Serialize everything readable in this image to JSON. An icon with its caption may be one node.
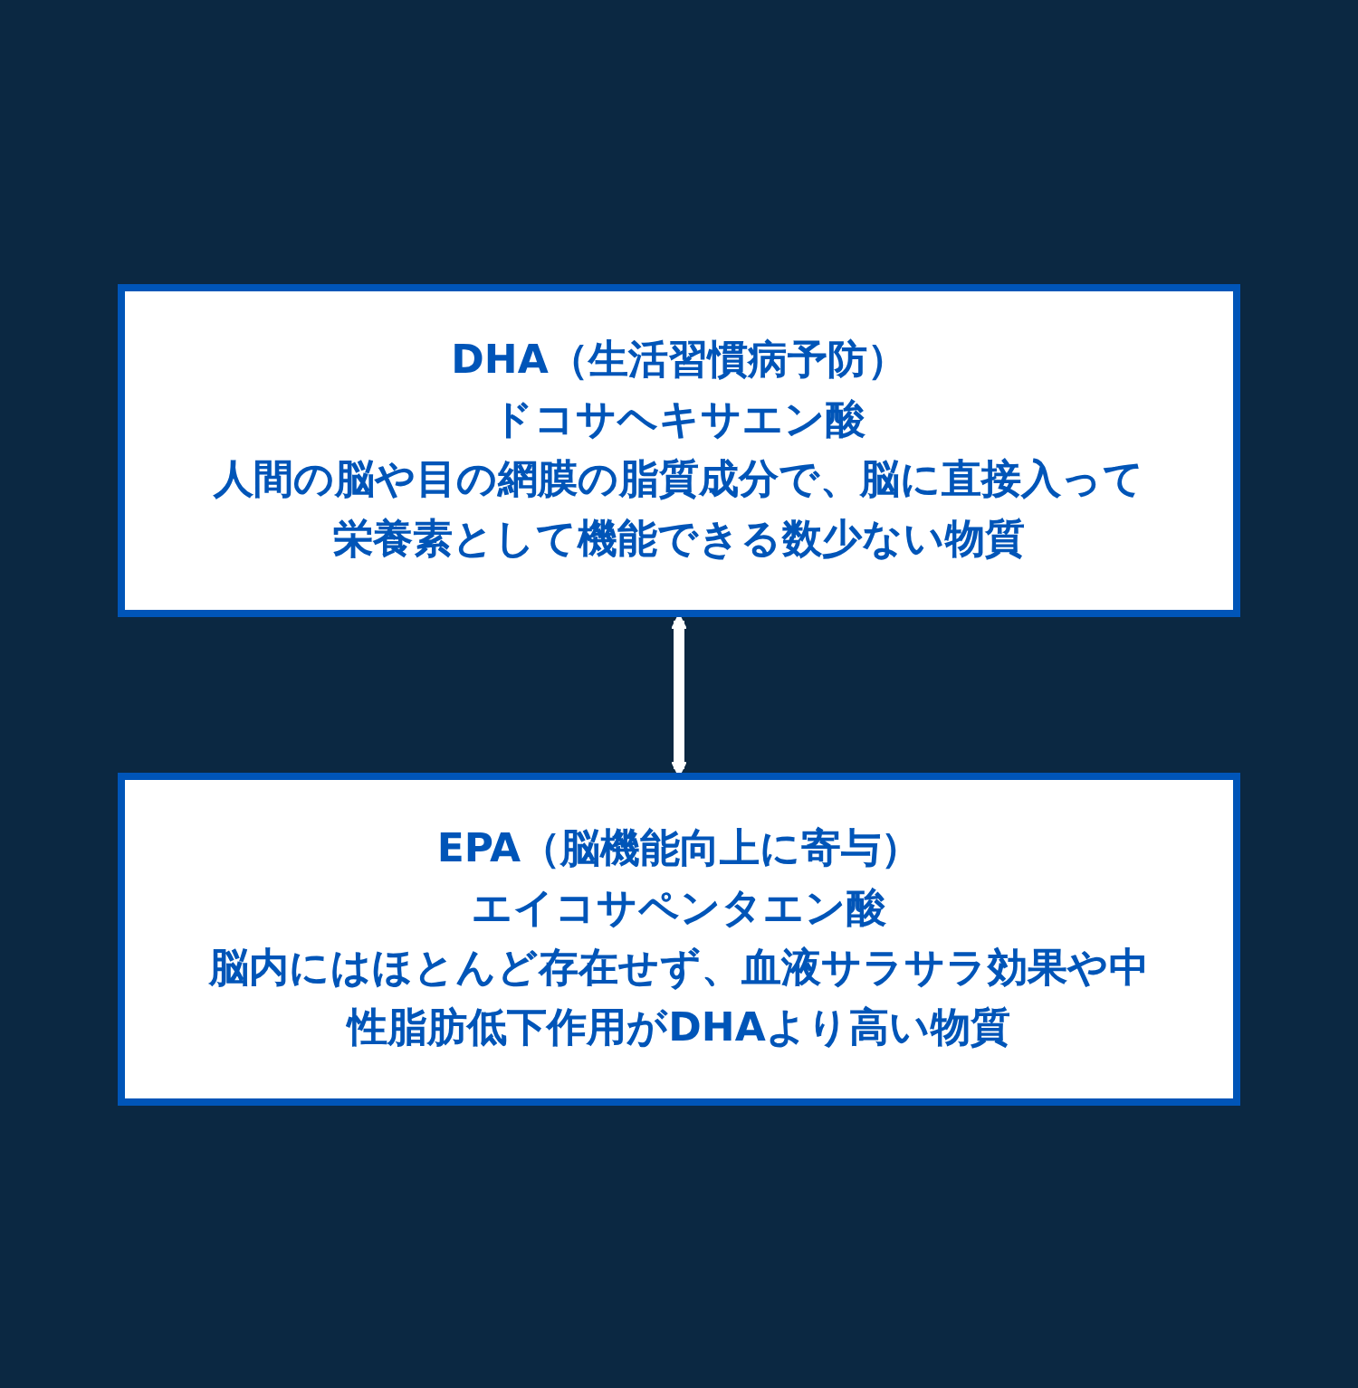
{
  "diagram": {
    "nodes": [
      {
        "text": [
          "DHA（生活習慣病予防）",
          "ドコサヘキサエン酸",
          "人間の脳や目の網膜の脂質成分で、脳に直接入って栄養素として機能できる数少ない物質"
        ]
      },
      {
        "text": [
          "EPA（脳機能向上に寄与）",
          "エイコサペンタエン酸",
          "脳内にはほとんど存在せず、血液サラサラ効果や中性脂肪低下作用がDHAより高い物質"
        ]
      }
    ],
    "edges": [
      {
        "from": 0,
        "to": 1,
        "arrow": "both"
      }
    ]
  }
}
